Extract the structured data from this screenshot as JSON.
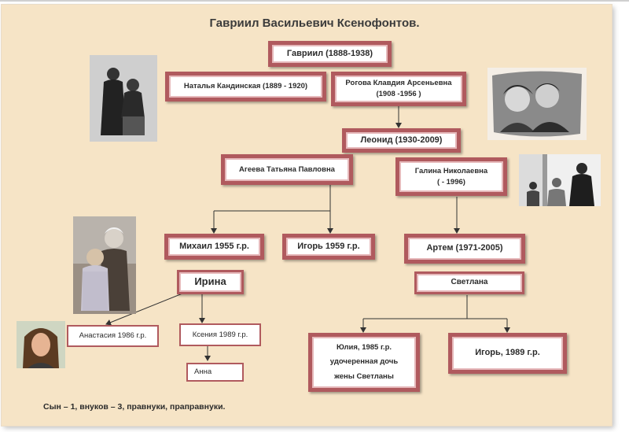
{
  "title": "Гавриил Васильевич Ксенофонтов.",
  "nodes": {
    "gavriil": "Гавриил  (1888-1938)",
    "natalya": "Наталья Кандинская (1889 - 1920)",
    "rogova_name": "Рогова Клавдия Арсеньевна",
    "rogova_dates": "(1908 -1956 )",
    "leonid": "Леонид (1930-2009)",
    "ageeva": "Агеева Татьяна Павловна",
    "galina_name": "Галина Николаевна",
    "galina_dates": "(  - 1996)",
    "mikhail": "Михаил 1955 г.р.",
    "igor1959": "Игорь  1959 г.р.",
    "artem": "Артем (1971-2005)",
    "irina": "Ирина",
    "svetlana": "Светлана",
    "anastasia": "Анастасия 1986 г.р.",
    "kseniya": "Ксения 1989  г.р.",
    "anna": "Анна",
    "yulia_line1": "Юлия, 1985 г.р.",
    "yulia_line2": "удочеренная дочь",
    "yulia_line3": "жены Светланы",
    "igor1989": "Игорь, 1989 г.р."
  },
  "footer": "Сын – 1, внуков – 3, правнуки, праправнуки.",
  "colors": {
    "background": "#f6e4c6",
    "box_border": "#b05a5e",
    "line": "#333333"
  }
}
